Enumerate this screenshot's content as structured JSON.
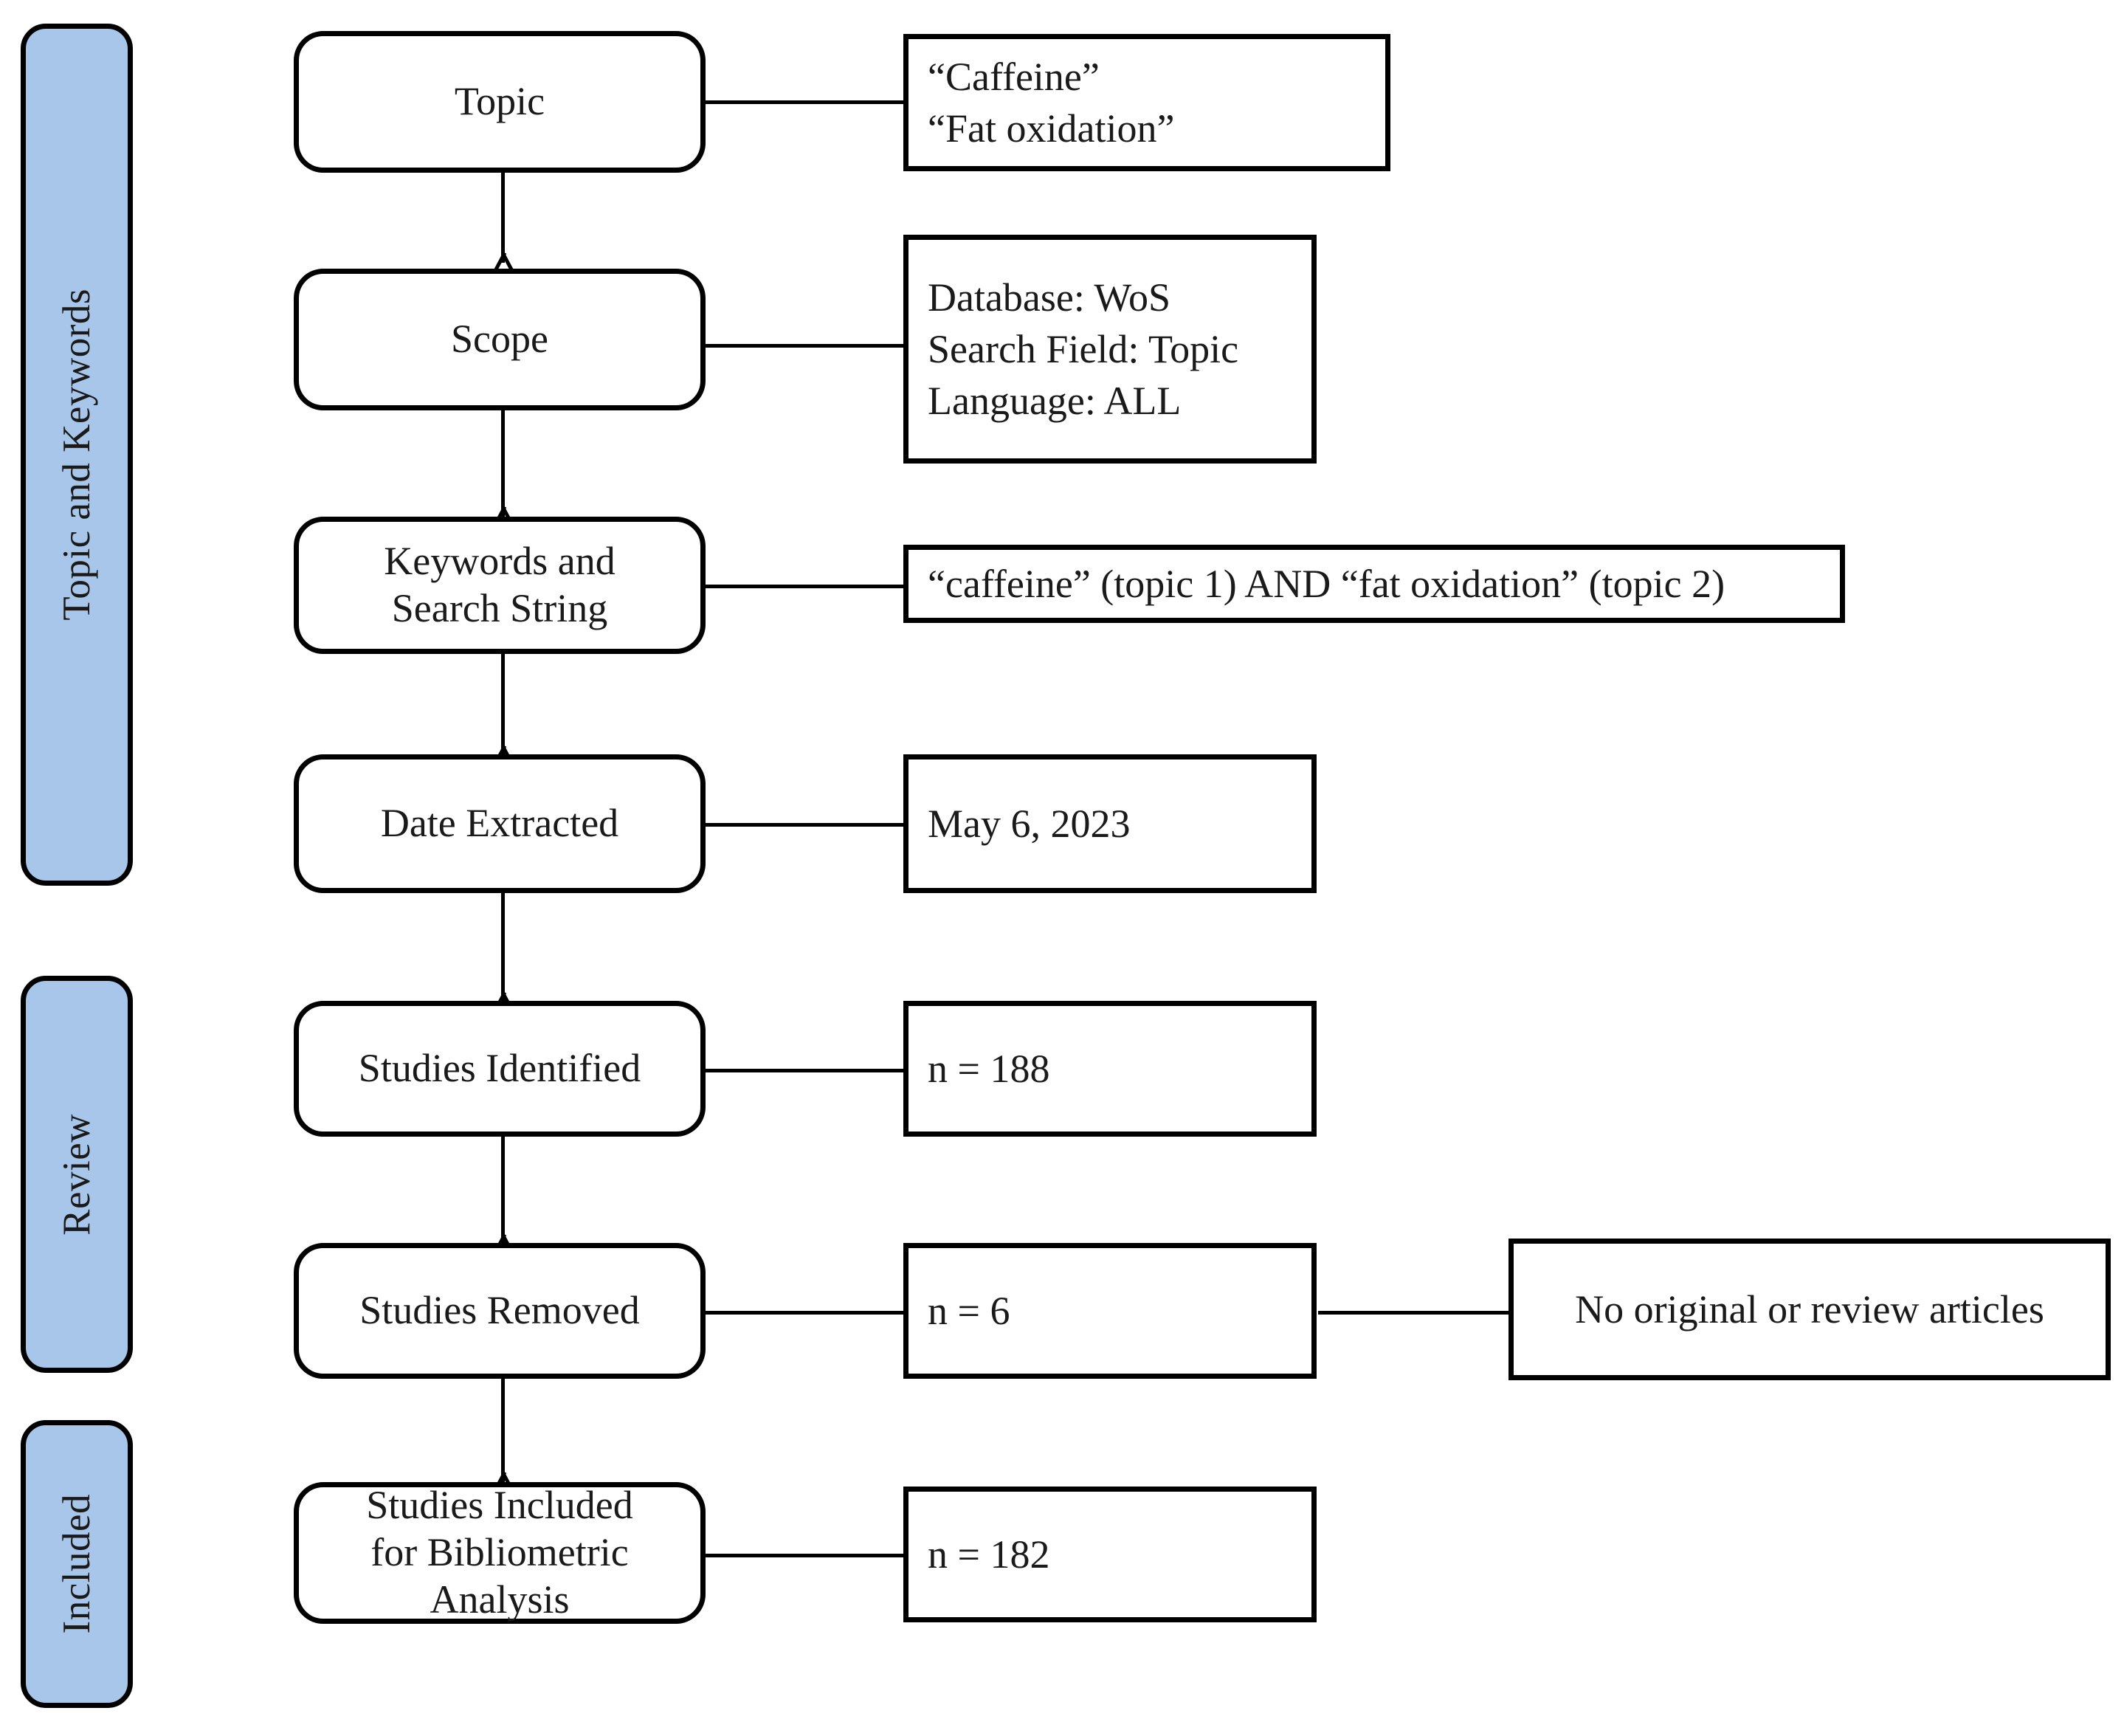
{
  "diagram": {
    "title": "Bibliometric literature search flowchart",
    "accent_color": "#a8c6e9",
    "line_color": "#000000",
    "background_color": "#ffffff"
  },
  "stages": [
    {
      "id": "topic-and-keywords",
      "label": "Topic and Keywords"
    },
    {
      "id": "review",
      "label": "Review"
    },
    {
      "id": "included",
      "label": "Included"
    }
  ],
  "steps": [
    {
      "id": "topic",
      "label": "Topic"
    },
    {
      "id": "scope",
      "label": "Scope"
    },
    {
      "id": "keywords-and-search-string",
      "label": "Keywords and\nSearch String"
    },
    {
      "id": "date-extracted",
      "label": "Date Extracted"
    },
    {
      "id": "studies-identified",
      "label": "Studies Identified"
    },
    {
      "id": "studies-removed",
      "label": "Studies Removed"
    },
    {
      "id": "studies-included",
      "label": "Studies Included\nfor Bibliometric\nAnalysis"
    }
  ],
  "details": [
    {
      "id": "topic-terms",
      "label": "“Caffeine”\n “Fat oxidation”"
    },
    {
      "id": "scope-settings",
      "label": "Database: WoS\nSearch Field: Topic\nLanguage: ALL"
    },
    {
      "id": "search-string",
      "label": "“caffeine” (topic 1) AND “fat oxidation” (topic 2)"
    },
    {
      "id": "extraction-date",
      "label": "May 6, 2023"
    },
    {
      "id": "identified-count",
      "label": "n = 188"
    },
    {
      "id": "removed-count",
      "label": "n = 6"
    },
    {
      "id": "included-count",
      "label": "n = 182"
    }
  ],
  "reasons": [
    {
      "id": "removal-reason",
      "label": "No original or review articles"
    }
  ]
}
